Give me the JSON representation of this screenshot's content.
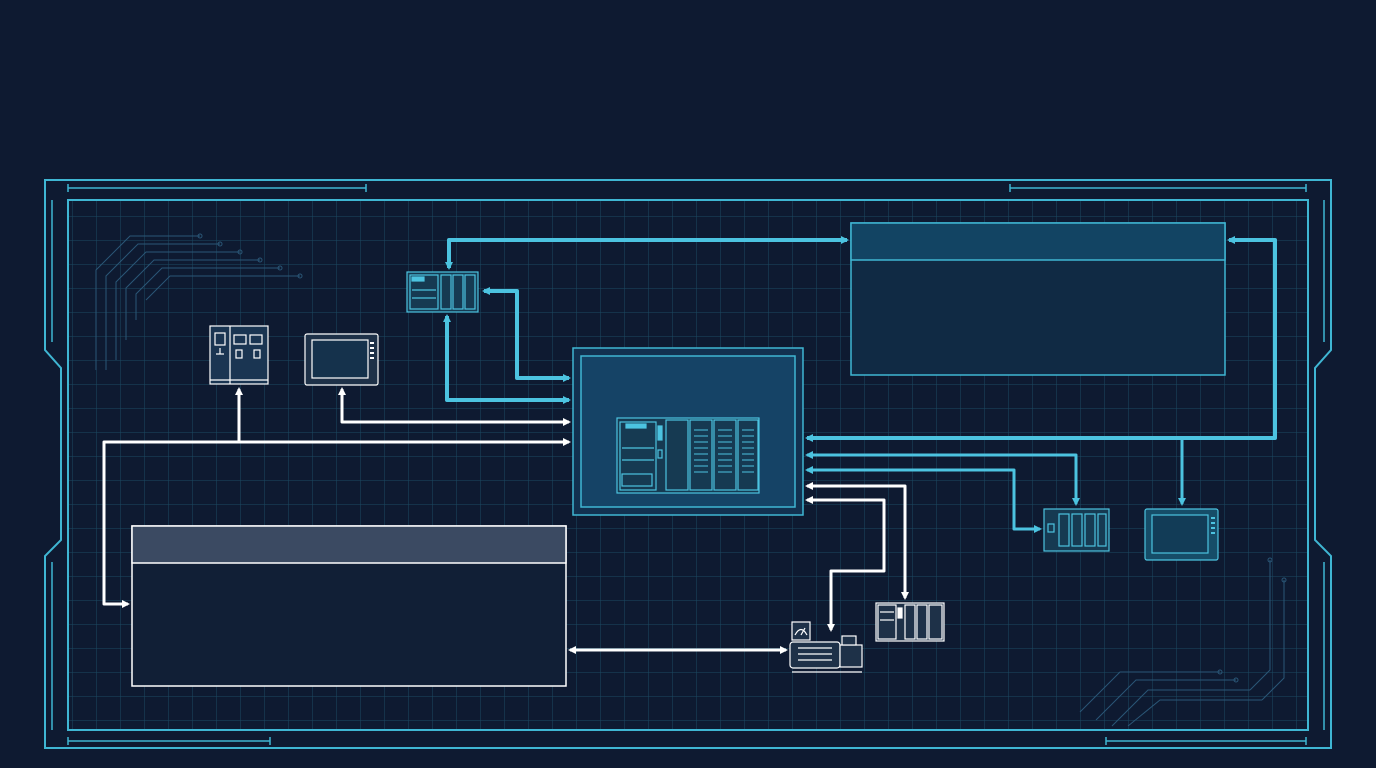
{
  "colors": {
    "background": "#0e1a31",
    "frame": "#3fb6d3",
    "grid": "#1c4a63",
    "accent_link": "#4cc3e0",
    "white_link": "#ffffff",
    "device_fill": "#163a52",
    "panel_header_blue": "#124463",
    "panel_header_gray": "#3b4a62"
  },
  "diagram": {
    "title": "",
    "nodes": [
      {
        "id": "central-plc-controller",
        "icon": "plc-rack-icon"
      },
      {
        "id": "top-io-module",
        "icon": "io-module-icon"
      },
      {
        "id": "power-cabinet",
        "icon": "cabinet-icon"
      },
      {
        "id": "hmi-panel-left",
        "icon": "hmi-icon"
      },
      {
        "id": "remote-io-rack",
        "icon": "io-module-icon"
      },
      {
        "id": "hmi-panel-right",
        "icon": "hmi-icon"
      },
      {
        "id": "drive-module",
        "icon": "plc-rack-icon"
      },
      {
        "id": "motor-pump",
        "icon": "motor-icon"
      },
      {
        "id": "info-panel-top-right",
        "icon": ""
      },
      {
        "id": "info-panel-bottom-left",
        "icon": ""
      }
    ]
  }
}
